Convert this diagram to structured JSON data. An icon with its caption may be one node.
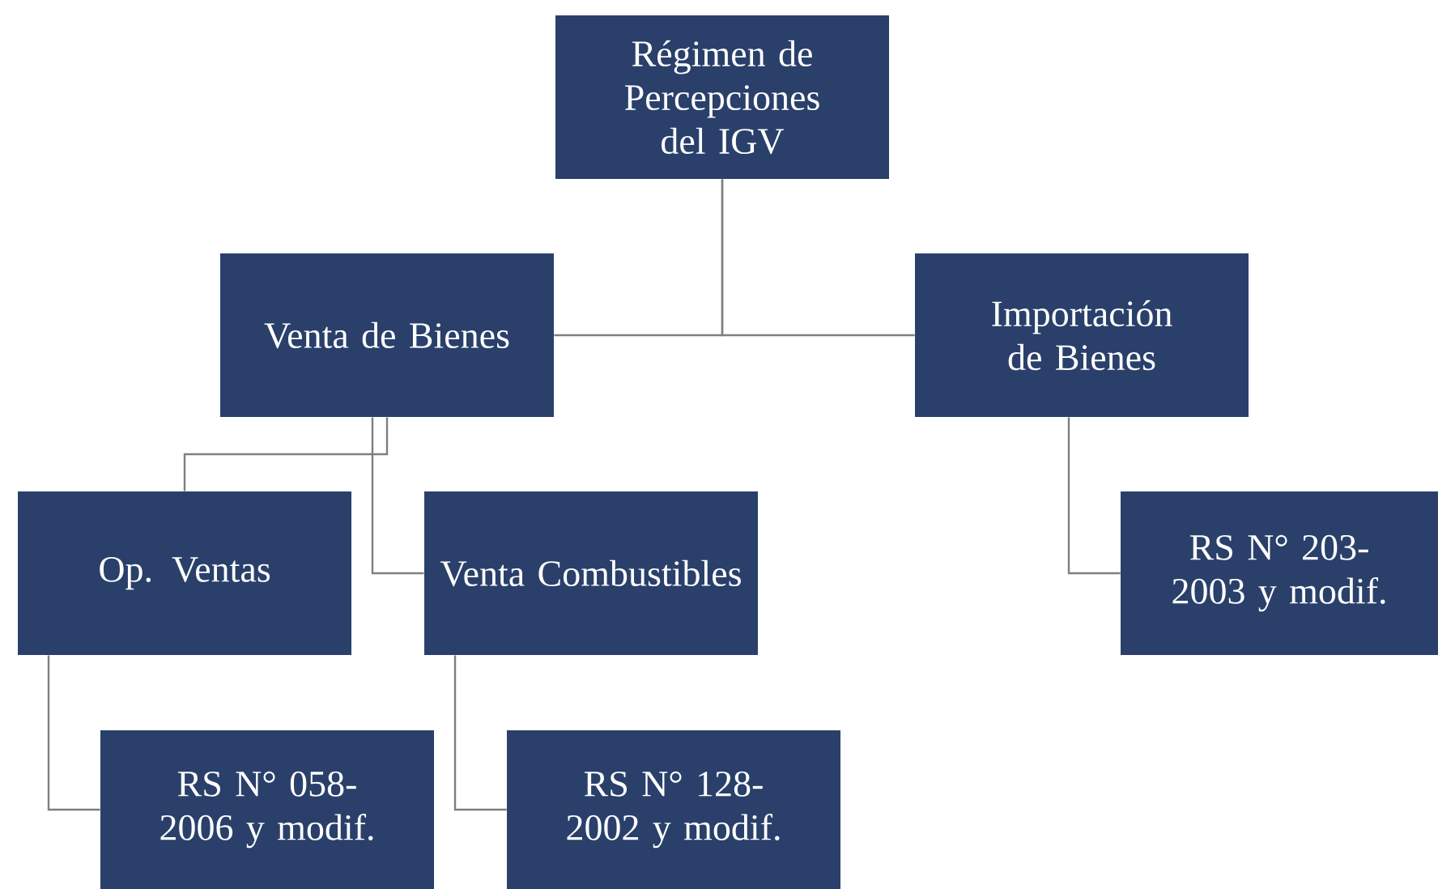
{
  "diagram": {
    "nodes": [
      {
        "text": [
          "Régimen de Percepciones del IGV"
        ]
      },
      {
        "text": [
          "Venta de Bienes"
        ]
      },
      {
        "text": [
          "Importación de Bienes"
        ]
      },
      {
        "text": [
          "Op. Ventas"
        ]
      },
      {
        "text": [
          "Venta Combustibles"
        ]
      },
      {
        "text": [
          "RS N° 058-2006 y modif."
        ]
      },
      {
        "text": [
          "RS N° 128-2002 y modif."
        ]
      },
      {
        "text": [
          "RS N° 203-2003 y modif."
        ]
      }
    ],
    "edges": [
      {
        "from": 0,
        "to": 1,
        "arrow": "none"
      },
      {
        "from": 0,
        "to": 2,
        "arrow": "none"
      },
      {
        "from": 1,
        "to": 3,
        "arrow": "none"
      },
      {
        "from": 1,
        "to": 4,
        "arrow": "none"
      },
      {
        "from": 3,
        "to": 5,
        "arrow": "none"
      },
      {
        "from": 4,
        "to": 6,
        "arrow": "none"
      },
      {
        "from": 2,
        "to": 7,
        "arrow": "none"
      }
    ]
  }
}
